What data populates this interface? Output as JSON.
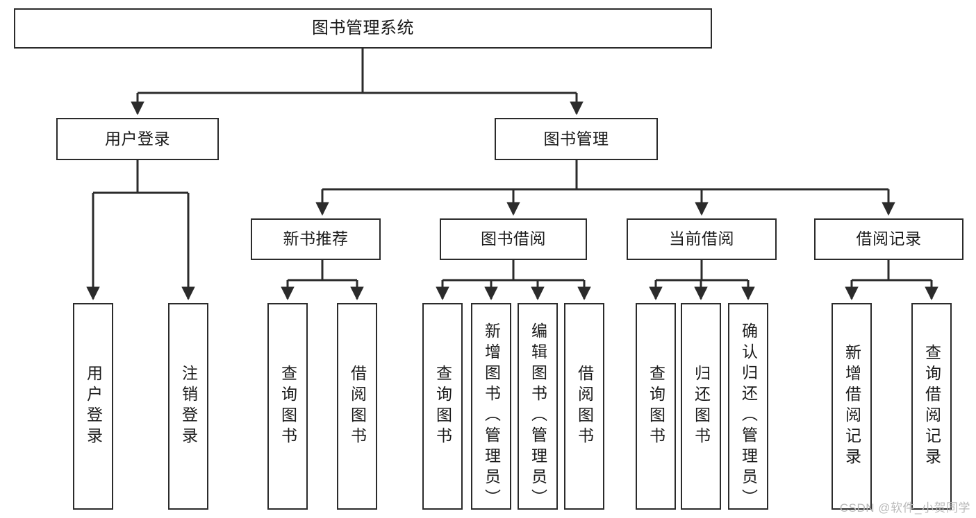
{
  "diagram": {
    "title_node": {
      "id": "root",
      "label": "图书管理系统"
    },
    "level2": [
      {
        "id": "user-login",
        "label": "用户登录"
      },
      {
        "id": "book-management",
        "label": "图书管理"
      }
    ],
    "level3": [
      {
        "id": "new-book-recommend",
        "label": "新书推荐"
      },
      {
        "id": "book-borrow",
        "label": "图书借阅"
      },
      {
        "id": "current-borrow",
        "label": "当前借阅"
      },
      {
        "id": "borrow-record",
        "label": "借阅记录"
      }
    ],
    "leaves": [
      {
        "id": "leaf-user-login",
        "label": "用户登录",
        "parent": "用户登录"
      },
      {
        "id": "leaf-logout-login",
        "label": "注销登录",
        "parent": "用户登录"
      },
      {
        "id": "leaf-query-book-1",
        "label": "查询图书",
        "parent": "新书推荐"
      },
      {
        "id": "leaf-borrow-book-1",
        "label": "借阅图书",
        "parent": "新书推荐"
      },
      {
        "id": "leaf-query-book-2",
        "label": "查询图书",
        "parent": "图书借阅"
      },
      {
        "id": "leaf-add-book",
        "label": "新增图书（管理员）",
        "parent": "图书借阅"
      },
      {
        "id": "leaf-edit-book",
        "label": "编辑图书（管理员）",
        "parent": "图书借阅"
      },
      {
        "id": "leaf-borrow-book-2",
        "label": "借阅图书",
        "parent": "图书借阅"
      },
      {
        "id": "leaf-query-book-3",
        "label": "查询图书",
        "parent": "当前借阅"
      },
      {
        "id": "leaf-return-book",
        "label": "归还图书",
        "parent": "当前借阅"
      },
      {
        "id": "leaf-confirm-return",
        "label": "确认归还（管理员）",
        "parent": "当前借阅"
      },
      {
        "id": "leaf-add-record",
        "label": "新增借阅记录",
        "parent": "借阅记录"
      },
      {
        "id": "leaf-query-record",
        "label": "查询借阅记录",
        "parent": "借阅记录"
      }
    ],
    "colors": {
      "stroke": "#2b2b2b",
      "fill": "#ffffff",
      "text": "#1a1a1a",
      "watermark": "#b9b9b9"
    }
  },
  "watermark": {
    "text": "CSDN @软件_小贺同学"
  }
}
